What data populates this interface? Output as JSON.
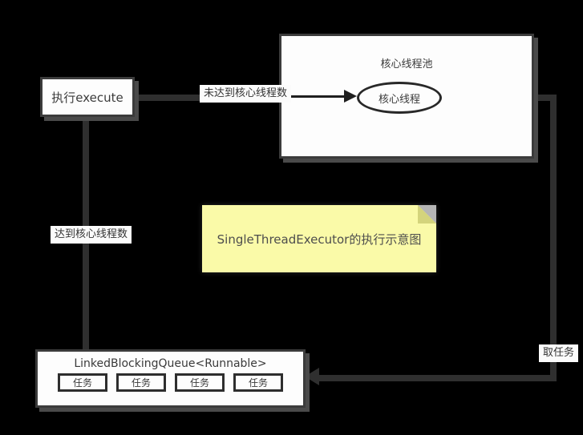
{
  "diagram": {
    "execute_box": {
      "label": "执行execute"
    },
    "pool": {
      "title": "核心线程池",
      "core_thread_label": "核心线程"
    },
    "edge_labels": {
      "not_reached": "未达到核心线程数",
      "reached": "达到核心线程数",
      "take_task": "取任务"
    },
    "note": {
      "text": "SingleThreadExecutor的执行示意图"
    },
    "queue": {
      "title": "LinkedBlockingQueue<Runnable>",
      "tasks": [
        "任务",
        "任务",
        "任务",
        "任务"
      ]
    },
    "colors": {
      "background": "#000000",
      "line": "#2f2f2f",
      "box_fill": "#fdfdfd",
      "box_border": "#3b3b3b",
      "note_fill": "#fafaa8",
      "note_fold": "#d4d47c",
      "text": "#3a3a3a"
    }
  }
}
